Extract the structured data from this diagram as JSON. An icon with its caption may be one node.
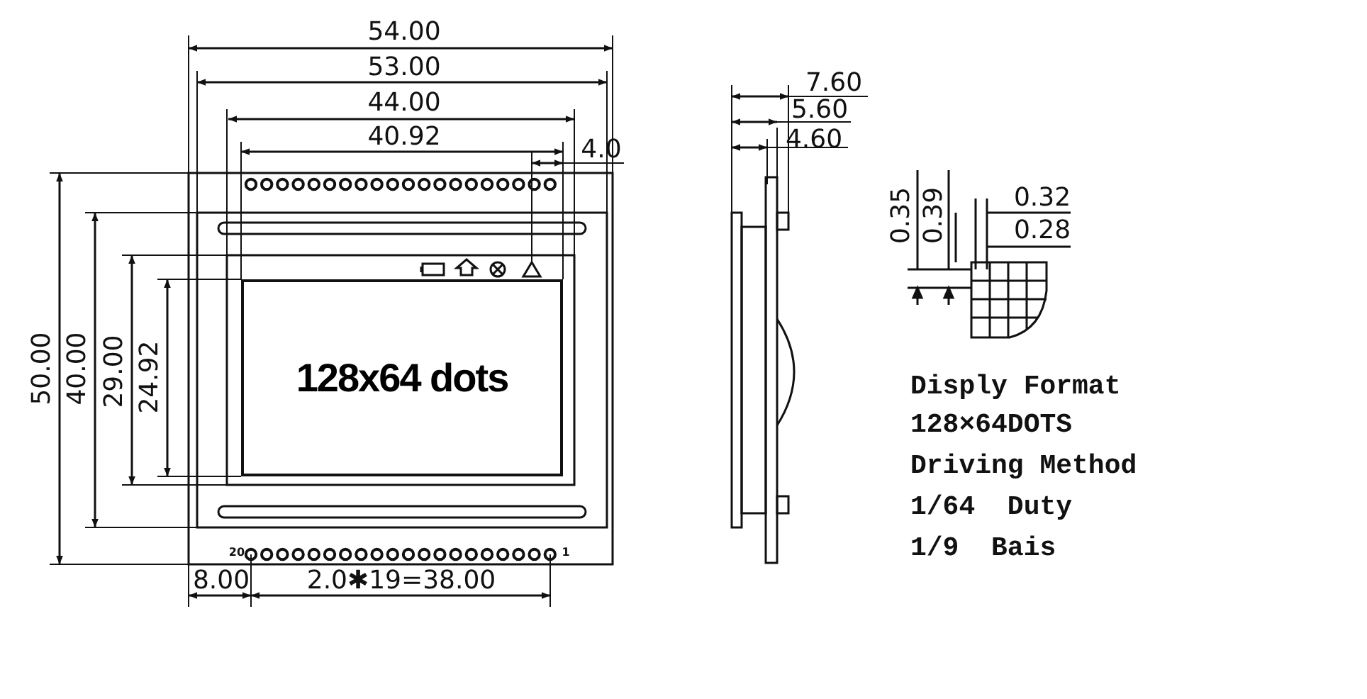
{
  "diagram": {
    "nodes": [
      {
        "text": [
          "128x64 dots"
        ]
      }
    ],
    "labels": [
      "54.00",
      "53.00",
      "44.00",
      "40.92",
      "4.0",
      "50.00",
      "40.00",
      "29.00",
      "24.92",
      "20",
      "1",
      "8.00",
      "2.0✱19=38.00",
      "7.60",
      "5.60",
      "4.60",
      "0.35",
      "0.39",
      "0.32",
      "0.28",
      "Disply Format",
      "128×64DOTS",
      "Driving Method",
      "1/64  Duty",
      "1/9  Bais"
    ]
  }
}
